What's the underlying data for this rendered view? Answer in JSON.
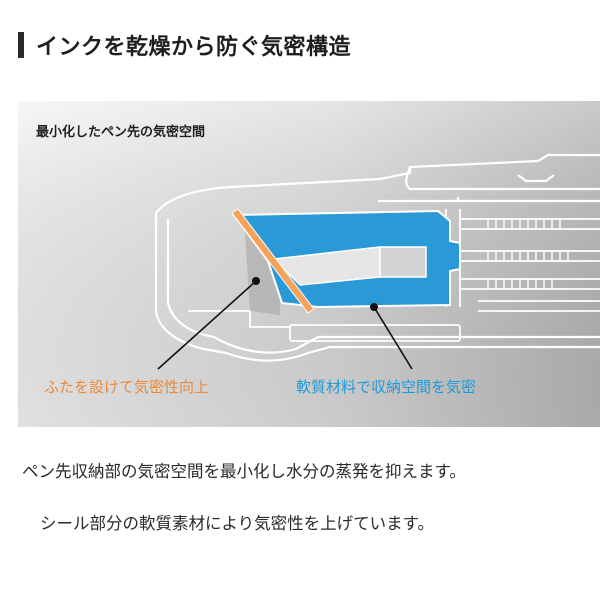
{
  "heading": "インクを乾燥から防ぐ気密構造",
  "diagram": {
    "caption": "最小化したペン先の気密空間",
    "label_lid": "ふたを設けて気密性向上",
    "label_seal": "軟質材料で収納空間を気密",
    "colors": {
      "seal_blue": "#2a9ad6",
      "lid_orange": "#f4a25c",
      "lid_label_orange": "#e98a3c",
      "seal_label_blue": "#1f9ad8"
    }
  },
  "description": [
    "ペン先収納部の気密空間を最小化し水分の蒸発を抑えます。",
    "シール部分の軟質素材により気密性を上げています。"
  ]
}
